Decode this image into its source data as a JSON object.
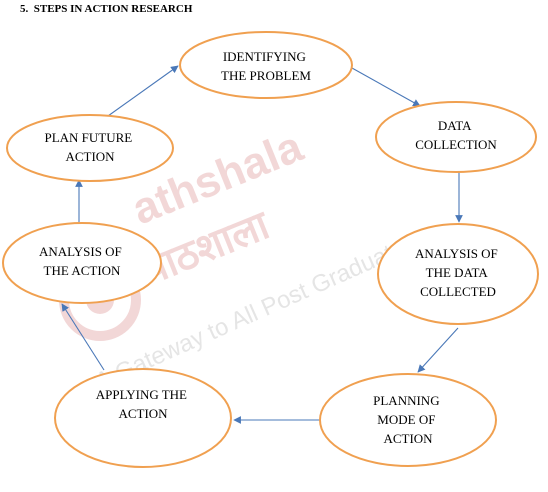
{
  "heading": {
    "number": "5.",
    "title": "STEPS IN ACTION RESEARCH"
  },
  "watermark": {
    "brand": "athshala",
    "brand_hindi": "पाठशाला",
    "tagline": "A Gateway to All Post Graduate Co"
  },
  "colors": {
    "ellipse_stroke": "#f0a050",
    "arrow": "#4a78b8",
    "watermark": "#e8b8b8",
    "watermark_gray": "#d0d0d0"
  },
  "steps": [
    {
      "id": "identifying",
      "lines": [
        "IDENTIFYING",
        "THE PROBLEM"
      ]
    },
    {
      "id": "data-collection",
      "lines": [
        "DATA",
        "COLLECTION"
      ]
    },
    {
      "id": "analysis-data",
      "lines": [
        "ANALYSIS OF",
        "THE DATA",
        "COLLECTED"
      ]
    },
    {
      "id": "planning-mode",
      "lines": [
        "PLANNING",
        "MODE OF",
        "ACTION"
      ]
    },
    {
      "id": "applying",
      "lines": [
        "APPLYING THE",
        "ACTION"
      ]
    },
    {
      "id": "analysis-action",
      "lines": [
        "ANALYSIS OF",
        "THE ACTION"
      ]
    },
    {
      "id": "plan-future",
      "lines": [
        "PLAN FUTURE",
        "ACTION"
      ]
    }
  ]
}
